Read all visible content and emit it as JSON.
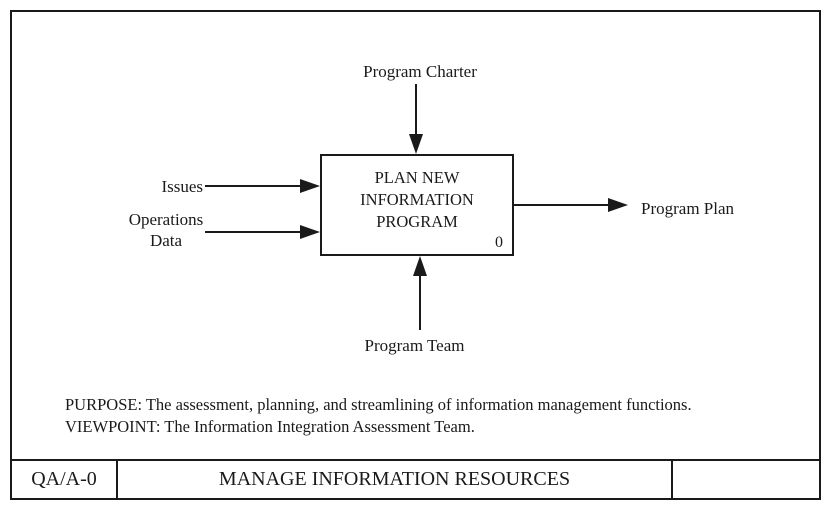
{
  "diagram": {
    "node": {
      "title_lines": [
        "PLAN NEW",
        "INFORMATION",
        "PROGRAM"
      ],
      "number": "0"
    },
    "arrows": {
      "control": "Program Charter",
      "input_1": "Issues",
      "input_2": "Operations Data",
      "output": "Program Plan",
      "mechanism": "Program Team"
    },
    "notes": {
      "purpose": "PURPOSE: The assessment, planning, and streamlining of information management functions.",
      "viewpoint": "VIEWPOINT: The Information Integration Assessment Team."
    },
    "title_block": {
      "node_ref": "QA/A-0",
      "title": "MANAGE INFORMATION RESOURCES",
      "extra_cell": ""
    }
  },
  "colors": {
    "ink": "#1a1a1a",
    "background": "#ffffff"
  }
}
